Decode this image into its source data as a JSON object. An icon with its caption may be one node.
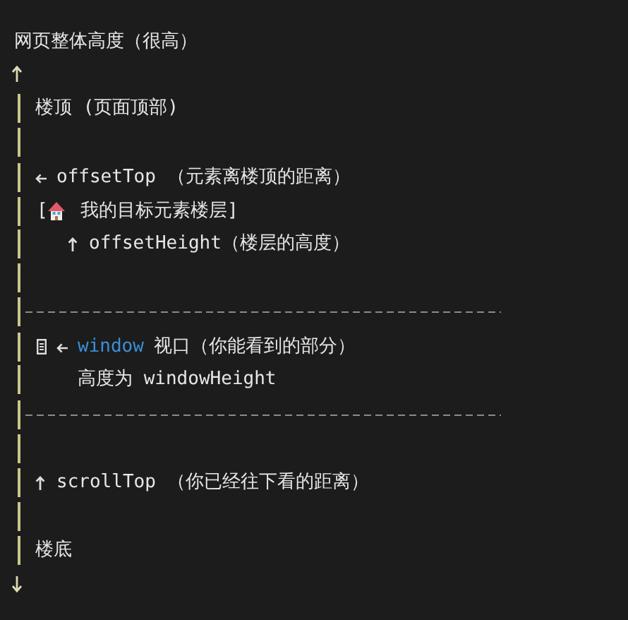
{
  "diagram": {
    "title": "网页整体高度（很高）",
    "labels": [
      "楼顶 (页面顶部)",
      "offsetTop （元素离楼顶的距离）",
      "[",
      "我的目标元素楼层]",
      "offsetHeight（楼层的高度）",
      "window",
      "视口（你能看到的部分）",
      "高度为 windowHeight",
      "scrollTop （你已经往下看的距离）",
      "楼底"
    ]
  }
}
